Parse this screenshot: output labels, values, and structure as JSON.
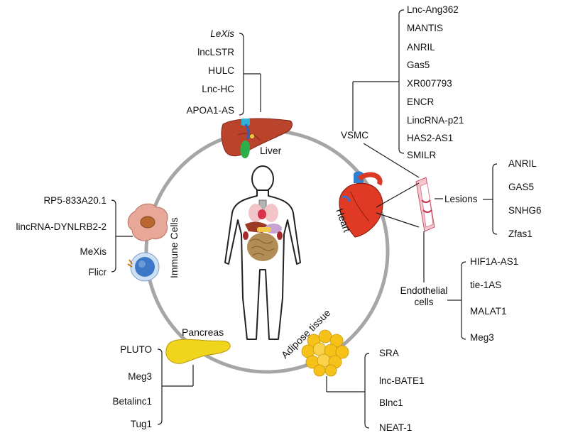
{
  "organs": {
    "liver": "Liver",
    "heart": "Heart",
    "immune": "Immune Cells",
    "pancreas": "Pancreas",
    "adipose": "Adipose tissue"
  },
  "liver_genes": [
    "LeXis",
    "lncLSTR",
    "HULC",
    "Lnc-HC",
    "APOA1-AS"
  ],
  "vsmc": {
    "label": "VSMC",
    "genes": [
      "Lnc-Ang362",
      "MANTIS",
      "ANRIL",
      "Gas5",
      "XR007793",
      "ENCR",
      "LincRNA-p21",
      "HAS2-AS1",
      "SMILR"
    ]
  },
  "lesions": {
    "label": "Lesions",
    "genes": [
      "ANRIL",
      "GAS5",
      "SNHG6",
      "Zfas1"
    ]
  },
  "endothelial": {
    "label_line1": "Endothelial",
    "label_line2": "cells",
    "genes": [
      "HIF1A-AS1",
      "tie-1AS",
      "MALAT1",
      "Meg3"
    ]
  },
  "immune_genes": [
    "RP5-833A20.1",
    "lincRNA-DYNLRB2-2",
    "MeXis",
    "Flicr"
  ],
  "pancreas_genes": [
    "PLUTO",
    "Meg3",
    "Betalinc1",
    "Tug1"
  ],
  "adipose_genes": [
    "SRA",
    "lnc-BATE1",
    "Blnc1",
    "NEAT-1"
  ],
  "colors": {
    "ring": "#a6a6a6",
    "liver": "#b9432b",
    "gallbladder": "#2eae4a",
    "heart": "#e13a24",
    "pancreas": "#f1d51c",
    "adipose": "#f6c21a",
    "macrophage": "#e8a899",
    "lymphocyte": "#3d77c7"
  }
}
